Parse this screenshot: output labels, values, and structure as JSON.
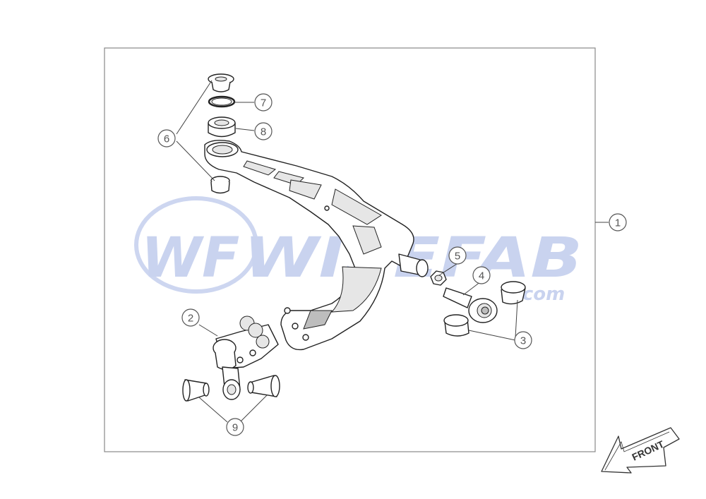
{
  "watermark": {
    "monogram": "WF",
    "brand": "WISEFAB",
    "suffix": ".com",
    "color": "#c9d3ef"
  },
  "callouts": [
    {
      "id": "1",
      "label": "1"
    },
    {
      "id": "2",
      "label": "2"
    },
    {
      "id": "3",
      "label": "3"
    },
    {
      "id": "4",
      "label": "4"
    },
    {
      "id": "5",
      "label": "5"
    },
    {
      "id": "6",
      "label": "6"
    },
    {
      "id": "7",
      "label": "7"
    },
    {
      "id": "8",
      "label": "8"
    },
    {
      "id": "9",
      "label": "9"
    }
  ],
  "front_arrow": {
    "label": "FRONT"
  },
  "colors": {
    "frame": "#888888",
    "line": "#222222",
    "callout": "#555555"
  }
}
